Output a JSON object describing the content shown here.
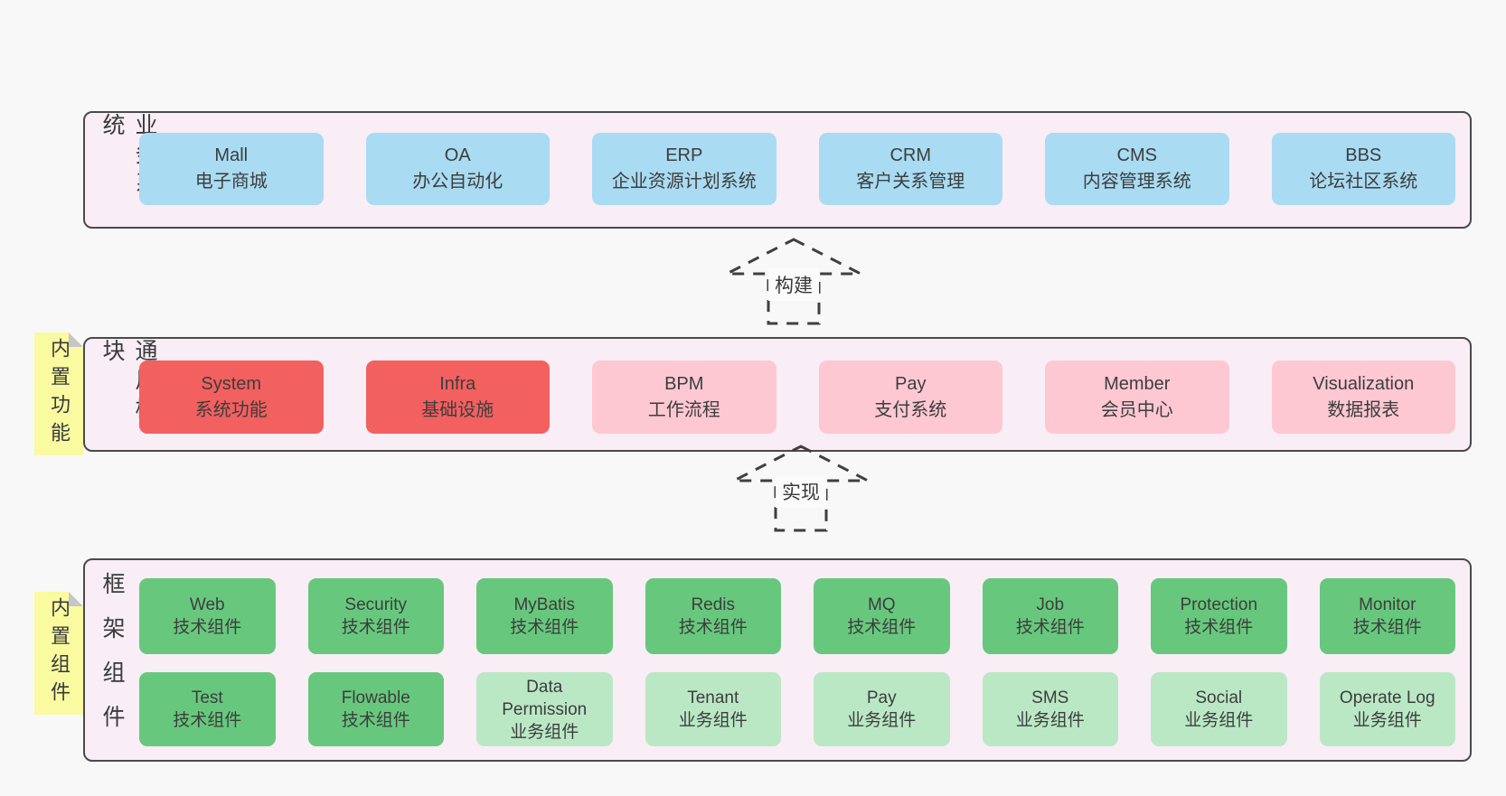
{
  "colors": {
    "page_bg": "#f8f8f8",
    "band_bg": "#f9edf6",
    "band_border": "#4a4a4a",
    "blue": "#a9dbf2",
    "red": "#f2605f",
    "pink": "#fdc8d2",
    "green_dark": "#67c87d",
    "green_light": "#bae8c5",
    "sticky_yellow": "#fafaa1",
    "fold_gray": "#c6c6c6",
    "text_dark": "#3d3d3d",
    "arrow_stroke": "#3f3f3f"
  },
  "arrows": [
    {
      "label": "构建"
    },
    {
      "label": "实现"
    }
  ],
  "bands": [
    {
      "label": "业务系统",
      "boxes": [
        {
          "title": "Mall",
          "subtitle": "电子商城"
        },
        {
          "title": "OA",
          "subtitle": "办公自动化"
        },
        {
          "title": "ERP",
          "subtitle": "企业资源计划系统"
        },
        {
          "title": "CRM",
          "subtitle": "客户关系管理"
        },
        {
          "title": "CMS",
          "subtitle": "内容管理系统"
        },
        {
          "title": "BBS",
          "subtitle": "论坛社区系统"
        }
      ]
    },
    {
      "label": "通用模块",
      "sticky": "内置功能",
      "boxes": [
        {
          "title": "System",
          "subtitle": "系统功能",
          "variant": "red"
        },
        {
          "title": "Infra",
          "subtitle": "基础设施",
          "variant": "red"
        },
        {
          "title": "BPM",
          "subtitle": "工作流程",
          "variant": "pink"
        },
        {
          "title": "Pay",
          "subtitle": "支付系统",
          "variant": "pink"
        },
        {
          "title": "Member",
          "subtitle": "会员中心",
          "variant": "pink"
        },
        {
          "title": "Visualization",
          "subtitle": "数据报表",
          "variant": "pink"
        }
      ]
    },
    {
      "label": "框架组件",
      "sticky": "内置组件",
      "rows": [
        [
          {
            "title": "Web",
            "subtitle": "技术组件",
            "variant": "green_dark"
          },
          {
            "title": "Security",
            "subtitle": "技术组件",
            "variant": "green_dark"
          },
          {
            "title": "MyBatis",
            "subtitle": "技术组件",
            "variant": "green_dark"
          },
          {
            "title": "Redis",
            "subtitle": "技术组件",
            "variant": "green_dark"
          },
          {
            "title": "MQ",
            "subtitle": "技术组件",
            "variant": "green_dark"
          },
          {
            "title": "Job",
            "subtitle": "技术组件",
            "variant": "green_dark"
          },
          {
            "title": "Protection",
            "subtitle": "技术组件",
            "variant": "green_dark"
          },
          {
            "title": "Monitor",
            "subtitle": "技术组件",
            "variant": "green_dark"
          }
        ],
        [
          {
            "title": "Test",
            "subtitle": "技术组件",
            "variant": "green_dark"
          },
          {
            "title": "Flowable",
            "subtitle": "技术组件",
            "variant": "green_dark"
          },
          {
            "title": "Data Permission",
            "subtitle": "业务组件",
            "variant": "green_light"
          },
          {
            "title": "Tenant",
            "subtitle": "业务组件",
            "variant": "green_light"
          },
          {
            "title": "Pay",
            "subtitle": "业务组件",
            "variant": "green_light"
          },
          {
            "title": "SMS",
            "subtitle": "业务组件",
            "variant": "green_light"
          },
          {
            "title": "Social",
            "subtitle": "业务组件",
            "variant": "green_light"
          },
          {
            "title": "Operate Log",
            "subtitle": "业务组件",
            "variant": "green_light"
          }
        ]
      ]
    }
  ]
}
